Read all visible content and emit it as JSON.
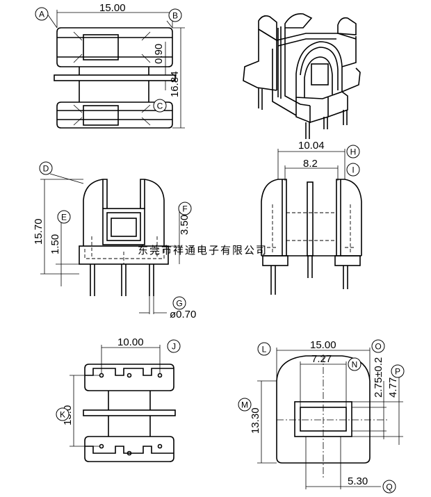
{
  "labels": [
    "A",
    "B",
    "C",
    "D",
    "E",
    "F",
    "G",
    "H",
    "I",
    "J",
    "K",
    "L",
    "M",
    "N",
    "O",
    "P",
    "Q"
  ],
  "dimensions": {
    "top_width": "15.00",
    "top_gap": "0.90",
    "top_height": "16.84",
    "front_height": "15.70",
    "front_base": "1.50",
    "front_window": "3.50",
    "pin_dia": "ø0.70",
    "side_outer": "10.04",
    "side_inner": "8.2",
    "bottom_pitch": "10.00",
    "bottom_height": "13.0",
    "end_width": "15.00",
    "end_core_width": "7.27",
    "end_core_height": "2.75±0.2",
    "end_offset": "4.77",
    "end_height": "13.30",
    "end_bottom": "5.30"
  },
  "watermark": "东莞市祥通电子有限公司"
}
